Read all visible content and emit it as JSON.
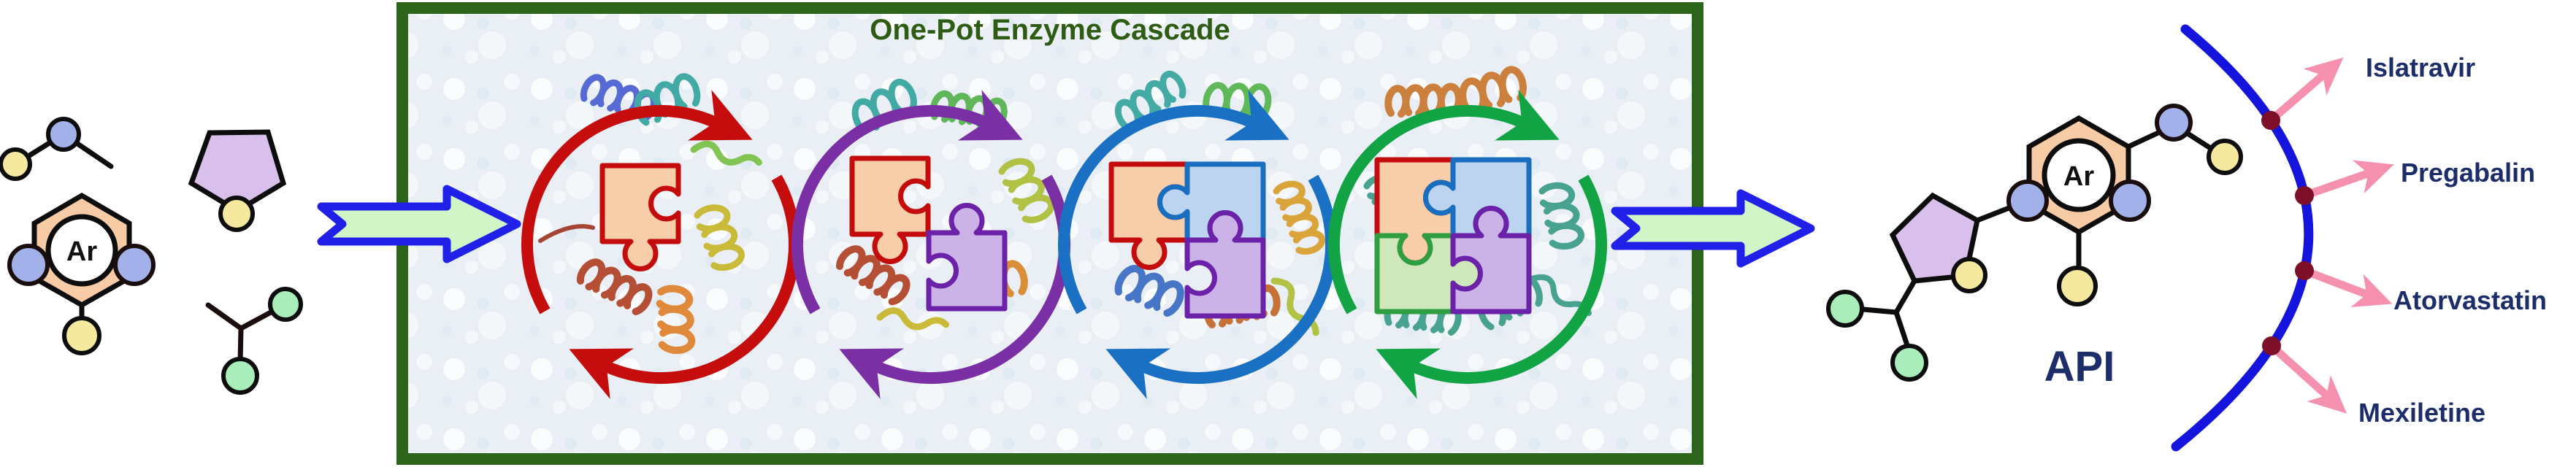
{
  "title": "One-Pot Enzyme Cascade",
  "labels": {
    "ar": "Ar",
    "api": "API"
  },
  "products": {
    "items": [
      {
        "name": "Islatravir"
      },
      {
        "name": "Pregabalin"
      },
      {
        "name": "Atorvastatin"
      },
      {
        "name": "Mexiletine"
      }
    ],
    "arc_color": "#1414dd",
    "dot_color": "#7d1028",
    "arrow_color": "#f591ae",
    "text_color": "#1c2d69"
  },
  "cascade": {
    "box_border_color": "#2c6419",
    "box_background_color": "#e9eff5",
    "title_color": "#2d5c12",
    "cycles": [
      {
        "name": "cycle-1",
        "color": "#c50d0d",
        "puzzle_pieces": 1
      },
      {
        "name": "cycle-2",
        "color": "#7b2fa5",
        "puzzle_pieces": 2
      },
      {
        "name": "cycle-3",
        "color": "#1a71c4",
        "puzzle_pieces": 3
      },
      {
        "name": "cycle-4",
        "color": "#12a344",
        "puzzle_pieces": 4
      }
    ]
  },
  "flow_arrows": {
    "outline": "#2020e8",
    "fill": "#d2f5c8"
  },
  "molecule_colors": {
    "peach_ring": "#f7cba6",
    "purple_ring": "#d8bfec",
    "yellow_atom": "#f5e9a0",
    "blue_atom": "#a3b1ea",
    "green_atom": "#a8edba"
  }
}
